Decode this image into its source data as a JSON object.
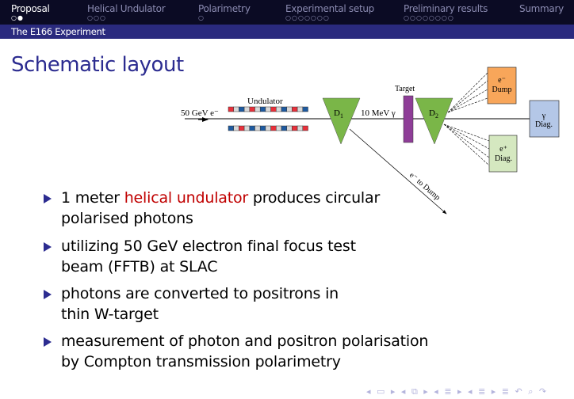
{
  "header": {
    "sections": [
      {
        "label": "Proposal",
        "dots": "○●",
        "active": true
      },
      {
        "label": "Helical Undulator",
        "dots": "○○○"
      },
      {
        "label": "Polarimetry",
        "dots": "○"
      },
      {
        "label": "Experimental setup",
        "dots": "○○○○○○○"
      },
      {
        "label": "Preliminary results",
        "dots": "○○○○○○○○"
      },
      {
        "label": "Summary",
        "dots": ""
      }
    ],
    "subsection": "The E166 Experiment"
  },
  "title": "Schematic layout",
  "diagram": {
    "beam": "50 GeV e⁻",
    "undulator": "Undulator",
    "d1": "D",
    "d1_sub": "1",
    "photon": "10 MeV γ",
    "target": "Target",
    "d2": "D",
    "d2_sub": "2",
    "edump_1": "e⁻",
    "edump_2": "Dump",
    "gdiag_1": "γ",
    "gdiag_2": "Diag.",
    "pdiag_1": "e⁺",
    "pdiag_2": "Diag.",
    "to_dump": "e⁻ to Dump",
    "colors": {
      "magnet": "#7ab648",
      "target": "#8e3d97",
      "edump": "#f8a65a",
      "gdiag": "#b4c7e7",
      "pdiag": "#d5e8c0"
    }
  },
  "bullets": [
    {
      "pre": "1 meter ",
      "hl": "helical undulator",
      "post": " produces circular",
      "line2": "polarised photons"
    },
    {
      "pre": "utilizing 50 GeV electron final focus test",
      "hl": "",
      "post": "",
      "line2": "beam (FFTB) at SLAC"
    },
    {
      "pre": "photons are converted to positrons in",
      "hl": "",
      "post": "",
      "line2": "thin W-target"
    },
    {
      "pre": "measurement of photon and positron polarisation",
      "hl": "",
      "post": "",
      "line2": "by Compton transmission polarimetry"
    }
  ],
  "nav": "◂ ▭ ▸ ◂ ⧉ ▸ ◂ ≣ ▸ ◂ ≣ ▸   ≣   ↶ ⌕ ↷"
}
